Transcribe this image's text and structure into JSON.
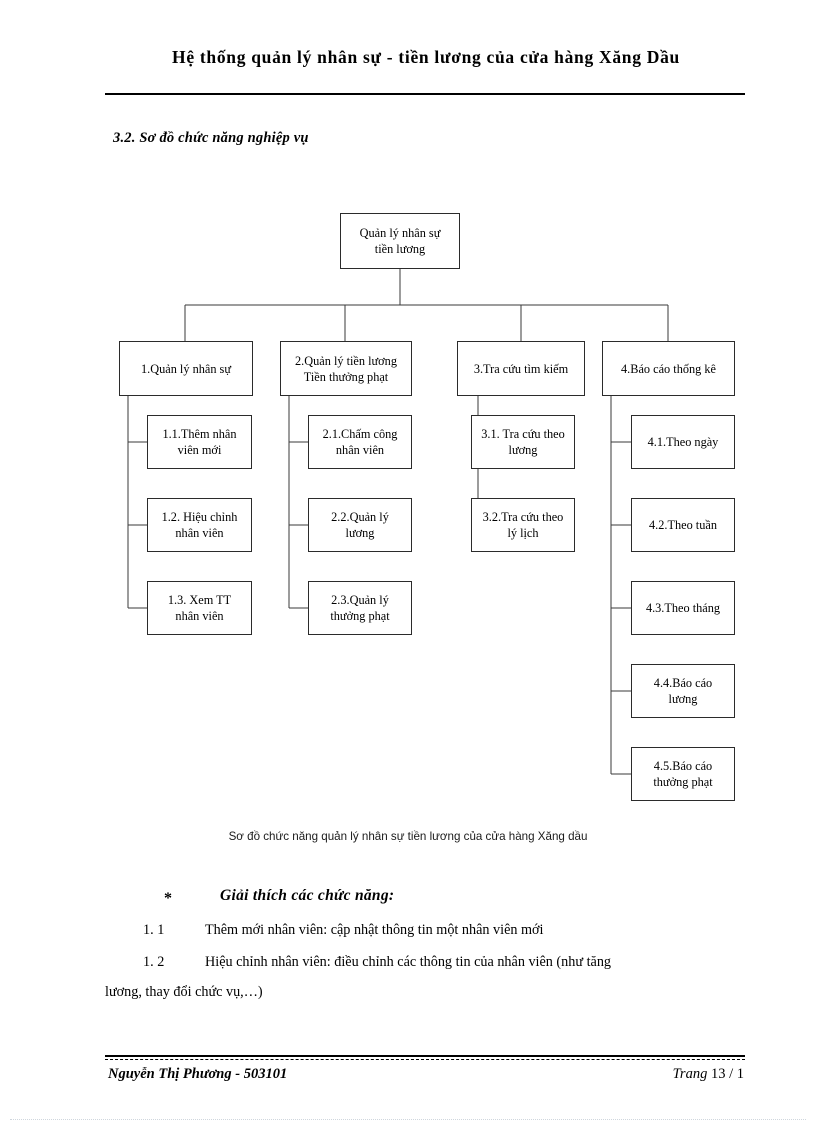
{
  "header": {
    "title": "Hệ thống quản lý nhân sự - tiền lương của cửa hàng Xăng Dầu"
  },
  "section": {
    "heading": "3.2. Sơ đồ chức năng nghiệp vụ"
  },
  "diagram": {
    "caption": "Sơ đồ chức năng quản lý nhân sự tiền lương của cửa hàng Xăng dầu",
    "root": {
      "label": "Quản lý nhân sự\ntiền lương"
    },
    "branches": [
      {
        "label": "1.Quản lý nhân sự",
        "children": [
          {
            "label": "1.1.Thêm nhân\nviên mới"
          },
          {
            "label": "1.2. Hiệu chỉnh\nnhân viên"
          },
          {
            "label": "1.3. Xem TT\nnhân viên"
          }
        ]
      },
      {
        "label": "2.Quản lý tiền lương\nTiền  thưởng phạt",
        "children": [
          {
            "label": "2.1.Chấm công\nnhân viên"
          },
          {
            "label": "2.2.Quản lý\nlương"
          },
          {
            "label": "2.3.Quản lý\nthưởng phạt"
          }
        ]
      },
      {
        "label": "3.Tra cứu tìm kiếm",
        "children": [
          {
            "label": "3.1. Tra cứu theo\nlương"
          },
          {
            "label": "3.2.Tra cứu theo\nlý lịch"
          }
        ]
      },
      {
        "label": "4.Báo cáo thống kê",
        "children": [
          {
            "label": "4.1.Theo ngày"
          },
          {
            "label": "4.2.Theo tuần"
          },
          {
            "label": "4.3.Theo tháng"
          },
          {
            "label": "4.4.Báo cáo\nlương"
          },
          {
            "label": "4.5.Báo cáo\nthưởng phạt"
          }
        ]
      }
    ]
  },
  "explanation": {
    "star": "*",
    "title": "Giải thích các chức năng:",
    "items": [
      {
        "num": "1. 1",
        "text": "Thêm mới nhân viên: cập nhật thông tin một nhân viên mới"
      },
      {
        "num": "1. 2",
        "text": "Hiệu chỉnh nhân viên: điều chỉnh các thông tin của nhân viên (như tăng"
      },
      {
        "num": "",
        "text": "lương, thay đổi chức vụ,…)"
      }
    ]
  },
  "footer": {
    "author": "Nguyễn Thị Phương - 503101",
    "page_label": "Trang",
    "page_number": "13 / 1"
  },
  "colors": {
    "ink": "#000000",
    "box_border": "#2b2b2b",
    "connector": "#3a3a3a",
    "page_bg": "#ffffff"
  }
}
